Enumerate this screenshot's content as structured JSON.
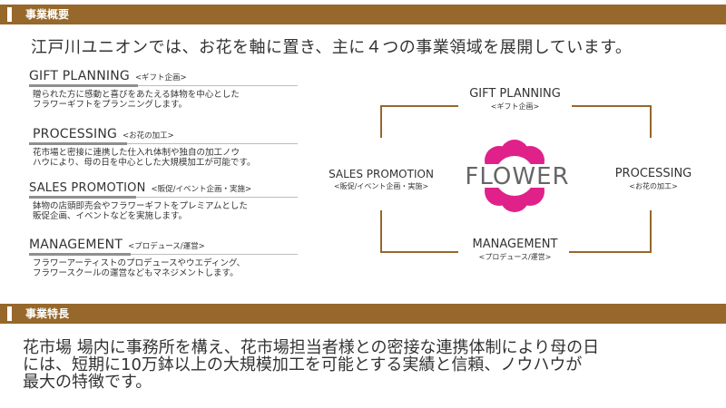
{
  "section_overview": {
    "label": "事業概要"
  },
  "intro_text": "江戸川ユニオンでは、お花を軸に置き、主に４つの事業領域を展開しています。",
  "items": [
    {
      "en": "GIFT PLANNING",
      "ja": "<ギフト企画>",
      "desc1": "贈られた方に感動と喜びをあたえる鉢物を中心とした",
      "desc2": "フラワーギフトをプランニングします。"
    },
    {
      "en": "PROCESSING",
      "ja": "<お花の加工>",
      "desc1": "花市場と密接に連携した仕入れ体制や独自の加工ノウ",
      "desc2": "ハウにより、母の日を中心とした大規模加工が可能です。"
    },
    {
      "en": "SALES PROMOTION",
      "ja": "<販促/イベント企画・実施>",
      "desc1": "鉢物の店頭即売会やフラワーギフトをプレミアムとした",
      "desc2": "販促企画、イベントなどを実施します。"
    },
    {
      "en": "MANAGEMENT",
      "ja": "<プロデュース/運営>",
      "desc1": "フラワーアーティストのプロデュースやウエディング、",
      "desc2": "フラワースクールの運営などもマネジメントします。"
    }
  ],
  "diagram": {
    "top": {
      "en": "GIFT PLANNING",
      "ja": "<ギフト企画>"
    },
    "right": {
      "en": "PROCESSING",
      "ja": "<お花の加工>"
    },
    "left": {
      "en": "SALES PROMOTION",
      "ja": "<販促/イベント企画・実施>"
    },
    "bottom": {
      "en": "MANAGEMENT",
      "ja": "<プロデュース/運営>"
    },
    "logo_text": "FLOWER"
  },
  "section_features": {
    "label": "事業特長"
  },
  "feature_lines": [
    "花市場 場内に事務所を構え、花市場担当者様との密接な連携体制により母の日",
    "には、短期に10万鉢以上の大規模加工を可能とする実績と信頼、ノウハウが",
    "最大の特徴です。"
  ],
  "colors": {
    "band": "#96682b",
    "flower_pink": "#e0218a",
    "text": "#333333"
  }
}
